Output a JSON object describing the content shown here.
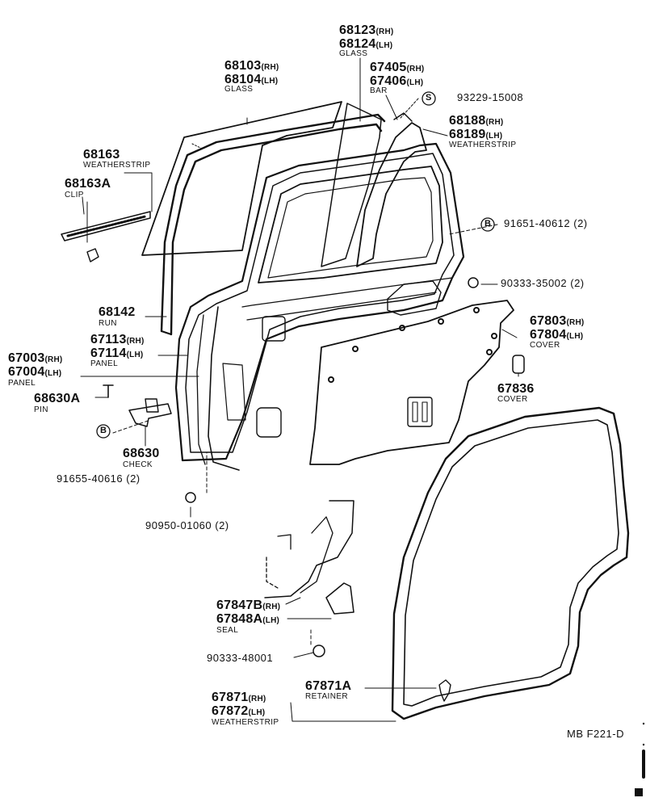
{
  "diagram_code": "MB F221-D",
  "parts": {
    "glass_front": {
      "rh": "68123",
      "rh_side": "(RH)",
      "lh": "68124",
      "lh_side": "(LH)",
      "name": "GLASS"
    },
    "glass_main": {
      "rh": "68103",
      "rh_side": "(RH)",
      "lh": "68104",
      "lh_side": "(LH)",
      "name": "GLASS"
    },
    "bar": {
      "rh": "67405",
      "rh_side": "(RH)",
      "lh": "67406",
      "lh_side": "(LH)",
      "name": "BAR"
    },
    "screw_s": {
      "marker": "S",
      "number": "93229-15008"
    },
    "weatherstrip_upper": {
      "rh": "68188",
      "rh_side": "(RH)",
      "lh": "68189",
      "lh_side": "(LH)",
      "name": "WEATHERSTRIP"
    },
    "weatherstrip_belt": {
      "number": "68163",
      "name": "WEATHERSTRIP"
    },
    "clip": {
      "number": "68163A",
      "name": "CLIP"
    },
    "bolt_b_top": {
      "marker": "B",
      "number": "91651-40612 (2)"
    },
    "plug_35002": {
      "number": "90333-35002 (2)"
    },
    "run": {
      "number": "68142",
      "name": "RUN"
    },
    "panel_inner": {
      "rh": "67113",
      "rh_side": "(RH)",
      "lh": "67114",
      "lh_side": "(LH)",
      "name": "PANEL"
    },
    "panel_outer": {
      "rh": "67003",
      "rh_side": "(RH)",
      "lh": "67004",
      "lh_side": "(LH)",
      "name": "PANEL"
    },
    "cover_main": {
      "rh": "67803",
      "rh_side": "(RH)",
      "lh": "67804",
      "lh_side": "(LH)",
      "name": "COVER"
    },
    "cover_small": {
      "number": "67836",
      "name": "COVER"
    },
    "pin": {
      "number": "68630A",
      "name": "PIN"
    },
    "check": {
      "marker": "B",
      "number": "68630",
      "name": "CHECK"
    },
    "bolt_check": {
      "number": "91655-40616 (2)"
    },
    "plug_01060": {
      "number": "90950-01060 (2)"
    },
    "seal": {
      "rh": "67847B",
      "rh_side": "(RH)",
      "lh": "67848A",
      "lh_side": "(LH)",
      "name": "SEAL"
    },
    "plug_48001": {
      "number": "90333-48001"
    },
    "retainer": {
      "number": "67871A",
      "name": "RETAINER"
    },
    "weatherstrip_door": {
      "rh": "67871",
      "rh_side": "(RH)",
      "lh": "67872",
      "lh_side": "(LH)",
      "name": "WEATHERSTRIP"
    }
  }
}
